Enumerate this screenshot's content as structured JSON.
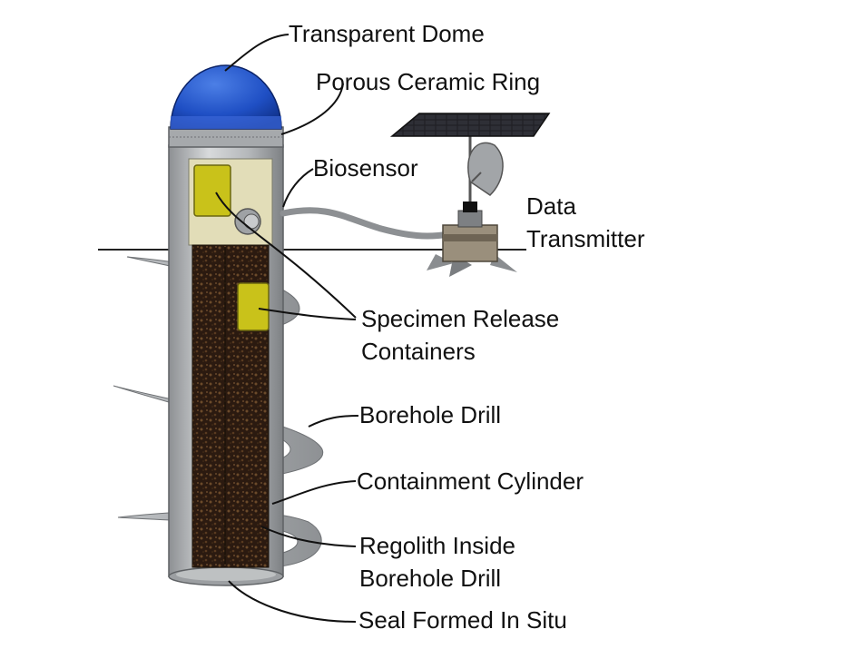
{
  "labels": {
    "transparent_dome": "Transparent Dome",
    "porous_ceramic_ring": "Porous Ceramic Ring",
    "biosensor": "Biosensor",
    "data_transmitter": [
      "Data",
      "Transmitter"
    ],
    "specimen_release_containers": [
      "Specimen Release",
      "Containers"
    ],
    "borehole_drill": "Borehole Drill",
    "containment_cylinder": "Containment Cylinder",
    "regolith_inside_borehole_drill": [
      "Regolith Inside",
      "Borehole Drill"
    ],
    "seal_formed_in_situ": "Seal Formed In Situ"
  },
  "colors": {
    "dome": "#1f4fc4",
    "cylinder": "#b9bcbf",
    "regolith": "#3a2416",
    "specimen_container": "#c9c21a",
    "auger": "#a9acaf",
    "solar_panel": "#2a2a2a",
    "transmitter_box": "#9a8f7c"
  }
}
